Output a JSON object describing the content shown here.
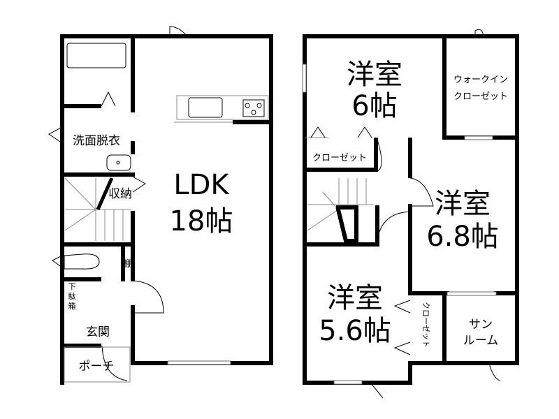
{
  "floor1": {
    "rooms": {
      "ldk_name": "LDK",
      "ldk_size": "18帖",
      "washroom": "洗面脱衣",
      "storage": "収納",
      "shelf": "棚",
      "shoe_box_1": "下",
      "shoe_box_2": "駄",
      "shoe_box_3": "箱",
      "entrance": "玄関",
      "porch": "ポーチ"
    }
  },
  "floor2": {
    "rooms": {
      "room1_name": "洋室",
      "room1_size": "6帖",
      "wic_1": "ウォークイン",
      "wic_2": "クローゼット",
      "closet_top": "クローゼット",
      "room2_name": "洋室",
      "room2_size": "6.8帖",
      "room3_name": "洋室",
      "room3_size": "5.6帖",
      "closet_vertical": "クローゼット",
      "sunroom_1": "サン",
      "sunroom_2": "ルーム"
    }
  }
}
